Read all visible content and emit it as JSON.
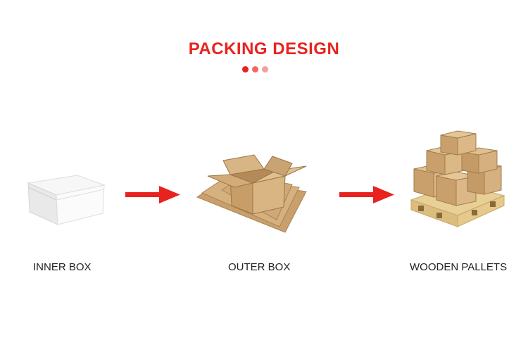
{
  "title": "PACKING DESIGN",
  "colors": {
    "accent": "#e8231f",
    "dot_1": "#e8231f",
    "dot_2": "#f06a62",
    "dot_3": "#f4a09a",
    "cardboard": "#c8a274",
    "pallet_wood": "#e8cf95"
  },
  "steps": [
    {
      "label": "INNER BOX",
      "image": "white-mailer-box"
    },
    {
      "label": "OUTER BOX",
      "image": "open-cardboard-box"
    },
    {
      "label": "WOODEN PALLETS",
      "image": "boxes-on-pallet"
    }
  ],
  "arrows": [
    "arrow-right-icon",
    "arrow-right-icon"
  ]
}
